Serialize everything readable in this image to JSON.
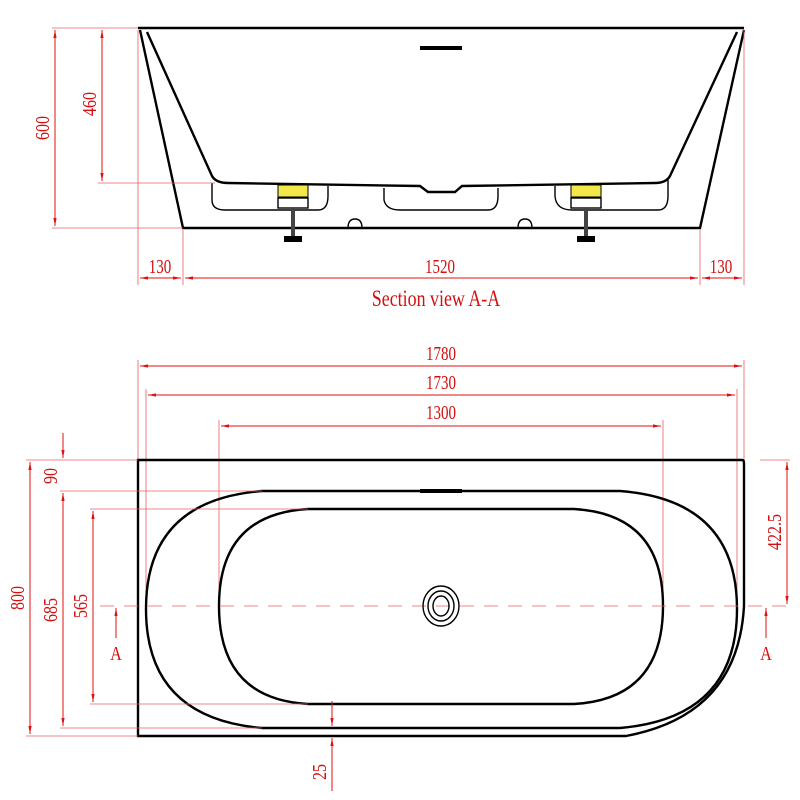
{
  "section_view": {
    "title": "Section view A-A",
    "height_total": "600",
    "height_inner": "460",
    "left_offset": "130",
    "base_length": "1520",
    "right_offset": "130"
  },
  "plan_view": {
    "length_total": "1780",
    "length_rim": "1730",
    "length_inner": "1300",
    "width_total": "800",
    "rim_offset": "90",
    "width_rim": "685",
    "width_inner": "565",
    "bottom_gap": "25",
    "drain_offset": "422.5",
    "section_mark_left": "A",
    "section_mark_right": "A"
  },
  "colors": {
    "dimension": "#e01010",
    "outline": "#000000",
    "support_pad": "#f2e84a"
  }
}
